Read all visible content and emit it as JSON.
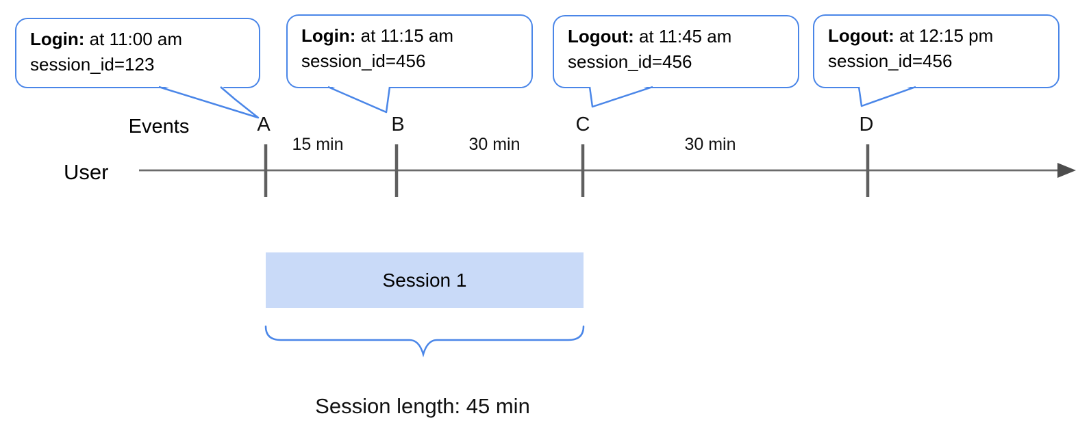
{
  "callouts": [
    {
      "event": "Login:",
      "time": " at 11:00 am",
      "session_id": "session_id=123"
    },
    {
      "event": "Login:",
      "time": " at 11:15 am",
      "session_id": "session_id=456"
    },
    {
      "event": "Logout:",
      "time": " at 11:45 am",
      "session_id": "session_id=456"
    },
    {
      "event": "Logout:",
      "time": " at 12:15 pm",
      "session_id": "session_id=456"
    }
  ],
  "timeline": {
    "events_label": "Events",
    "user_label": "User",
    "markers": [
      "A",
      "B",
      "C",
      "D"
    ],
    "intervals": [
      "15 min",
      "30 min",
      "30 min"
    ]
  },
  "session": {
    "bar_label": "Session 1",
    "length_label": "Session length: 45 min"
  },
  "colors": {
    "accent_blue": "#4a86e8",
    "session_bar_fill": "#c9daf8",
    "timeline_gray": "#6b6b6b",
    "tick_gray": "#5f5f5f",
    "arrow_gray": "#4d4d4d",
    "text_black": "#000000"
  }
}
